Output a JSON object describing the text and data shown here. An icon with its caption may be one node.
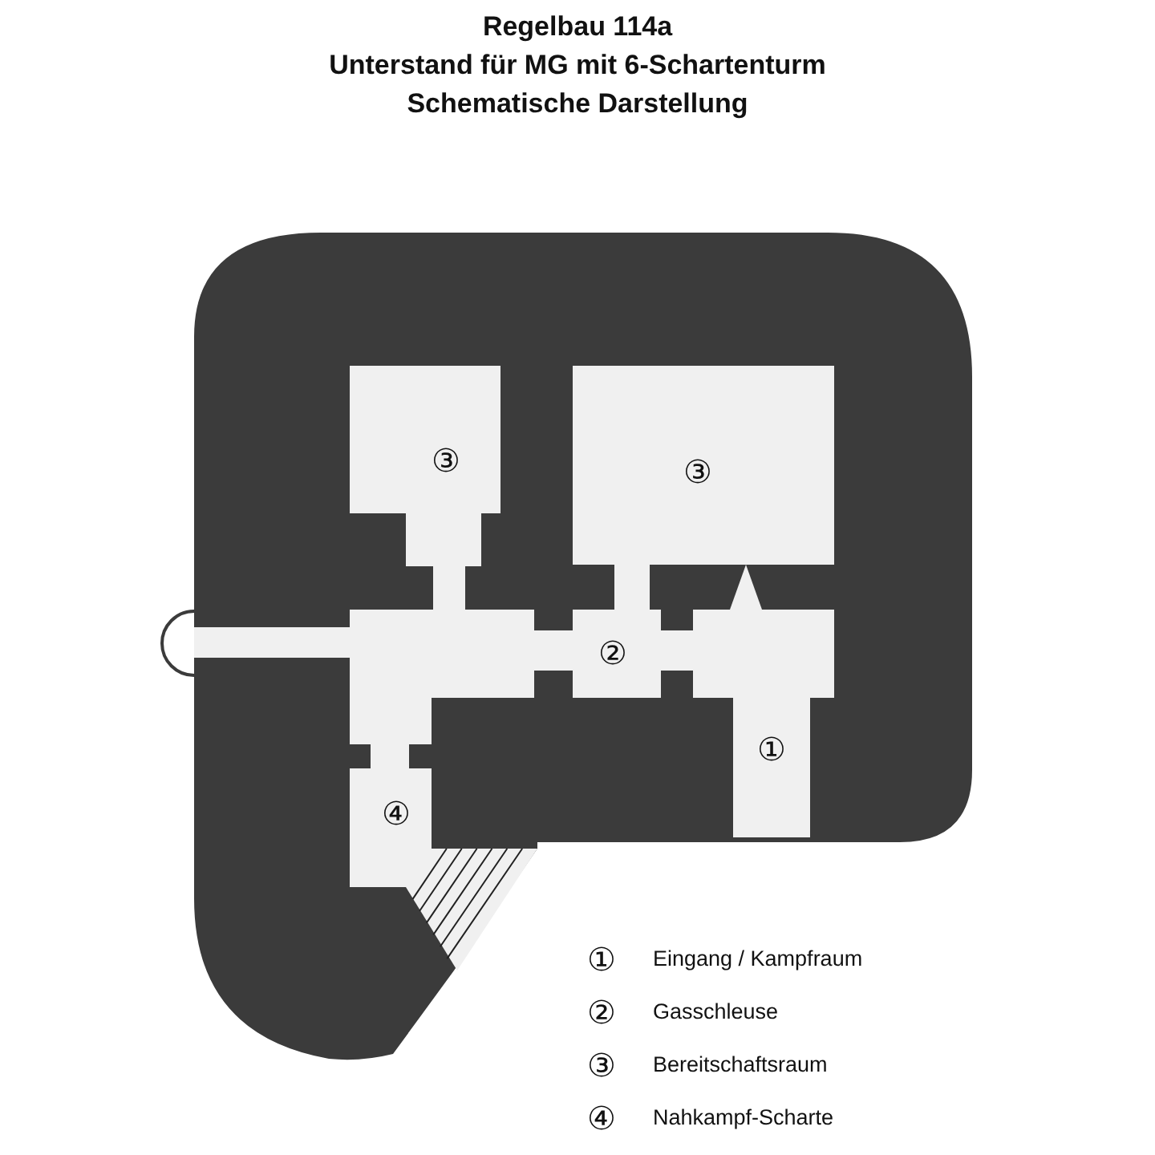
{
  "diagram": {
    "title": "Regelbau 114a",
    "labels": [
      "Unterstand für MG mit 6-Schartenturm",
      "Schematische Darstellung",
      "③",
      "③",
      "②",
      "①",
      "④",
      "①",
      "Eingang / Kampfraum",
      "②",
      "Gasschleuse",
      "③",
      "Bereitschaftsraum",
      "④",
      "Nahkampf-Scharte"
    ]
  }
}
